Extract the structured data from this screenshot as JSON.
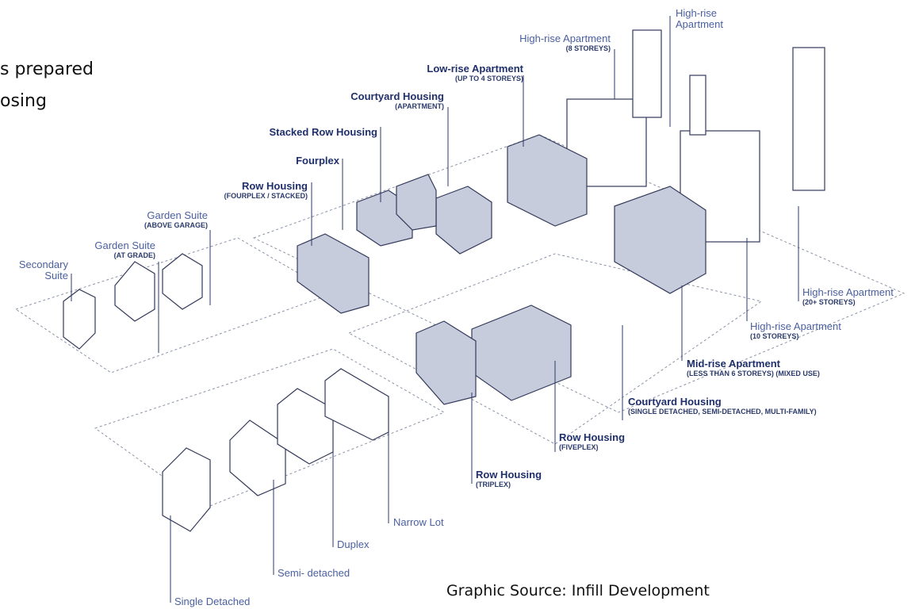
{
  "caption": {
    "line1": "s prepared",
    "line2": "osing"
  },
  "source": "Graphic Source: Infill Development",
  "labels": {
    "high_rise_top": "High-rise\nApartment",
    "high_rise_8": "High-rise Apartment",
    "high_rise_8_sub": "(8 STOREYS)",
    "low_rise": "Low-rise Apartment",
    "low_rise_sub": "(UP TO 4 STOREYS)",
    "courtyard_apt": "Courtyard Housing",
    "courtyard_apt_sub": "(APARTMENT)",
    "stacked_row": "Stacked Row Housing",
    "fourplex": "Fourplex",
    "row_fourplex": "Row Housing",
    "row_fourplex_sub": "(FOURPLEX / STACKED)",
    "garden_above": "Garden Suite",
    "garden_above_sub": "(ABOVE GARAGE)",
    "garden_grade": "Garden Suite",
    "garden_grade_sub": "(AT GRADE)",
    "secondary": "Secondary\nSuite",
    "high_rise_20": "High-rise Apartment",
    "high_rise_20_sub": "(20+ STOREYS)",
    "high_rise_10": "High-rise Apartment",
    "high_rise_10_sub": "(10 STOREYS)",
    "mid_rise": "Mid-rise Apartment",
    "mid_rise_sub": "(LESS THAN 6 STOREYS) (MIXED USE)",
    "courtyard_single": "Courtyard Housing",
    "courtyard_single_sub": "(SINGLE DETACHED, SEMI-DETACHED, MULTI-FAMILY)",
    "row_fiveplex": "Row Housing",
    "row_fiveplex_sub": "(FIVEPLEX)",
    "row_triplex": "Row Housing",
    "row_triplex_sub": "(TRIPLEX)",
    "narrow": "Narrow Lot",
    "duplex": "Duplex",
    "semi": "Semi- detached",
    "single": "Single Detached"
  }
}
